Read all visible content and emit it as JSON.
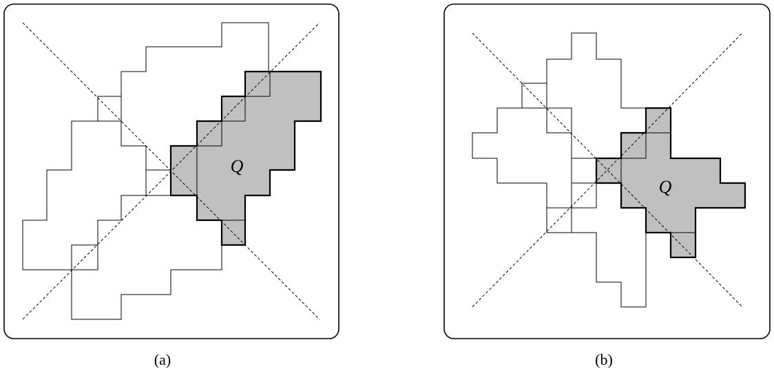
{
  "figure": {
    "panel_a": {
      "region_label": "Q",
      "caption": "(a)"
    },
    "panel_b": {
      "region_label": "Q",
      "caption": "(b)"
    }
  }
}
